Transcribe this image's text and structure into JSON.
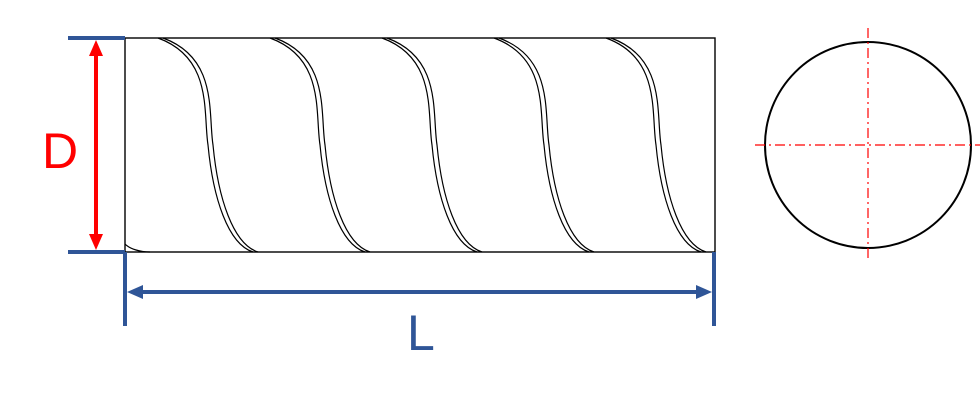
{
  "labels": {
    "diameter": "D",
    "length": "L"
  },
  "colors": {
    "diameter_dimension": "#ff0000",
    "length_dimension": "#2f5597",
    "outline": "#000000",
    "centerline": "#ff0000",
    "background": "#ffffff"
  },
  "rebar": {
    "helical_rib_count": 5
  }
}
